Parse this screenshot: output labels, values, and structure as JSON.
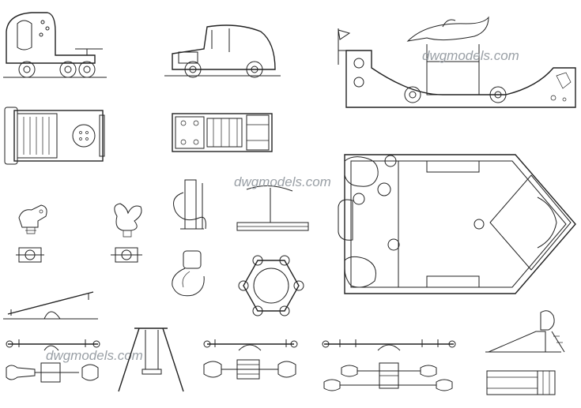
{
  "watermarks": [
    "dwgmodels.com",
    "dwgmodels.com",
    "dwgmodels.com"
  ],
  "accent_color": "#9aa0a6",
  "line_color": "#222222"
}
